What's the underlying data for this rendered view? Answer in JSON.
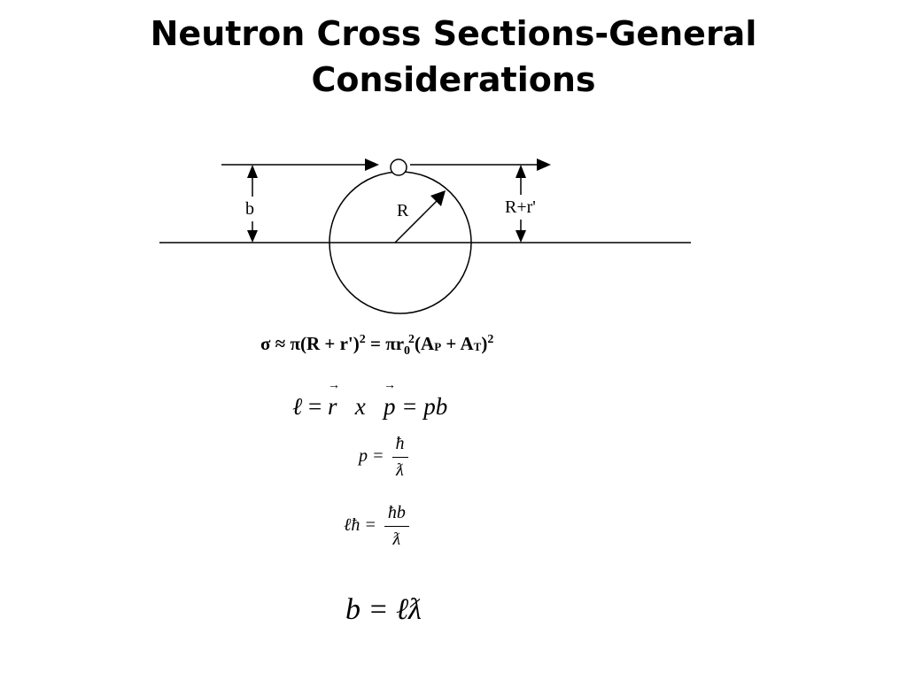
{
  "slide": {
    "title_line1": "Neutron Cross Sections-General",
    "title_line2": "Considerations"
  },
  "diagram": {
    "label_b": "b",
    "label_R": "R",
    "label_Rr": "R+r'"
  },
  "equations": {
    "sigma": {
      "lhs": "σ ≈ π(R + r')",
      "exp1": "2",
      "mid": " = πr",
      "sub0": "0",
      "exp2": "2",
      "paren_open": "(A",
      "subP": "P",
      "plus": " + A",
      "subT": "T",
      "paren_close": ")",
      "exp3": "2"
    },
    "angmom": {
      "l": "ℓ",
      "eq1": " = ",
      "r": "r",
      "x": "x",
      "p": "p",
      "rhs": " = pb"
    },
    "momentum": {
      "lhs": "p =",
      "num": "ħ",
      "den": "ƛ"
    },
    "lhbar": {
      "lhs": "ℓħ =",
      "num": "ħb",
      "den": "ƛ"
    },
    "impact": {
      "text": "b = ℓƛ"
    }
  }
}
